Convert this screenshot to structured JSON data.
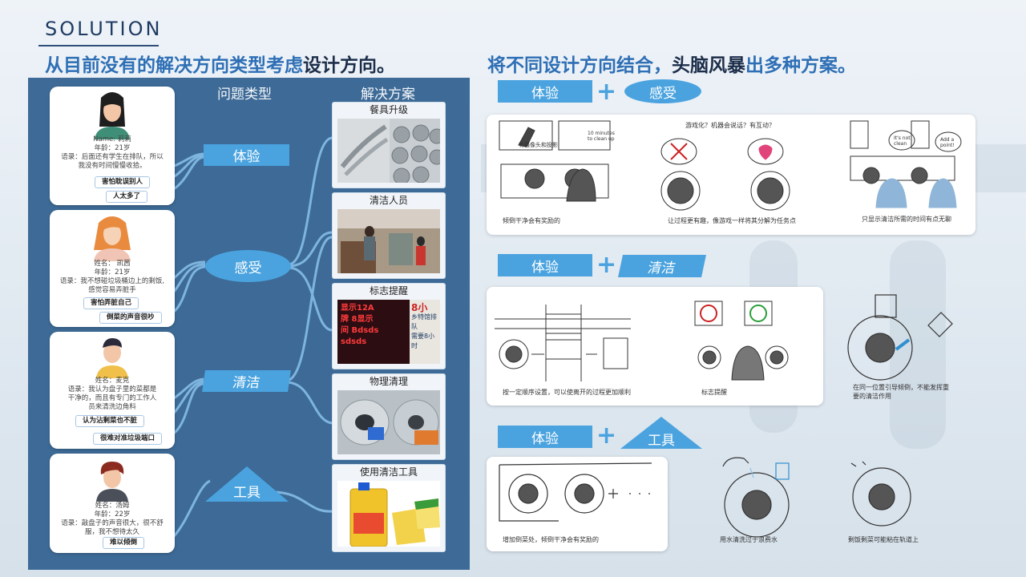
{
  "header": {
    "section": "SOLUTION",
    "left_title_pre": "从目前没有的解决方向类型考虑",
    "left_title_strong": "设计方向。",
    "right_title_pre": "将不同设计方向结合，",
    "right_title_strong": "头脑风暴",
    "right_title_post": "出多种方案。"
  },
  "left_panel": {
    "col_problem": "问题类型",
    "col_solution": "解决方案",
    "personas": [
      {
        "lines": [
          "Name:    莉莉",
          "年龄：21岁",
          "语录：后面还有学生在排队，所以",
          "我没有时间慢慢收拾。"
        ],
        "tags": [
          "害怕耽误别人",
          "人太多了"
        ]
      },
      {
        "lines": [
          "姓名：    凯茜",
          "年龄：21岁",
          "语录：我不想碰垃圾桶边上的剩饭,",
          "感觉容易弄脏手"
        ],
        "tags": [
          "害怕弄脏自己",
          "倒菜的声音很吵"
        ]
      },
      {
        "lines": [
          "姓名：麦克",
          "语录：我认为盘子里的菜都是",
          "干净的，而且有专门的工作人",
          "员来清洗边角料"
        ],
        "tags": [
          "认为沾剩菜也不脏",
          "很难对准垃圾端口"
        ]
      },
      {
        "lines": [
          "姓名：汤姆",
          "年龄：22岁",
          "语录：敲盘子的声音很大，很不舒",
          "服，我不想待太久"
        ],
        "tags": [
          "难以倾倒"
        ]
      }
    ],
    "categories": [
      "体验",
      "感受",
      "清洁",
      "工具"
    ],
    "solutions": [
      "餐具升级",
      "清洁人员",
      "标志提醒",
      "物理清理",
      "使用清洁工具"
    ],
    "sign_text": [
      "显示12A",
      "牌 8显示",
      "间 Bdsds",
      "sdsds",
      "乡特馆排队",
      "需要8小时",
      "8小"
    ]
  },
  "combos": [
    {
      "a": "体验",
      "b": "感受",
      "texts": {
        "bubble1": "有摄像头和投影",
        "bubble2": "10 minutes to clean up",
        "question": "游戏化？机器会说话？有互动？",
        "its_not_clean": "It's not clean",
        "add_a_point": "Add a point!"
      },
      "captions": [
        "倾倒干净会有奖励的",
        "让过程更有趣，像游戏一样将其分解为任务点",
        "只显示清洁所需的时间有点无聊"
      ]
    },
    {
      "a": "体验",
      "b": "清洁",
      "captions": [
        "按一定顺序设置，可以使离开的过程更加顺利",
        "标志提醒",
        "在同一位置引导倾倒，不能发挥重",
        "要的清洁作用"
      ]
    },
    {
      "a": "体验",
      "b": "工具",
      "captions": [
        "增加倒菜处，倾倒干净会有奖励的",
        "用水清洗过于浪费水",
        "剩饭剩菜可能粘在轨道上"
      ]
    }
  ],
  "colors": {
    "accent": "#4aa3df",
    "panel": "#3d6a96",
    "title_blue": "#2e6fb5"
  }
}
